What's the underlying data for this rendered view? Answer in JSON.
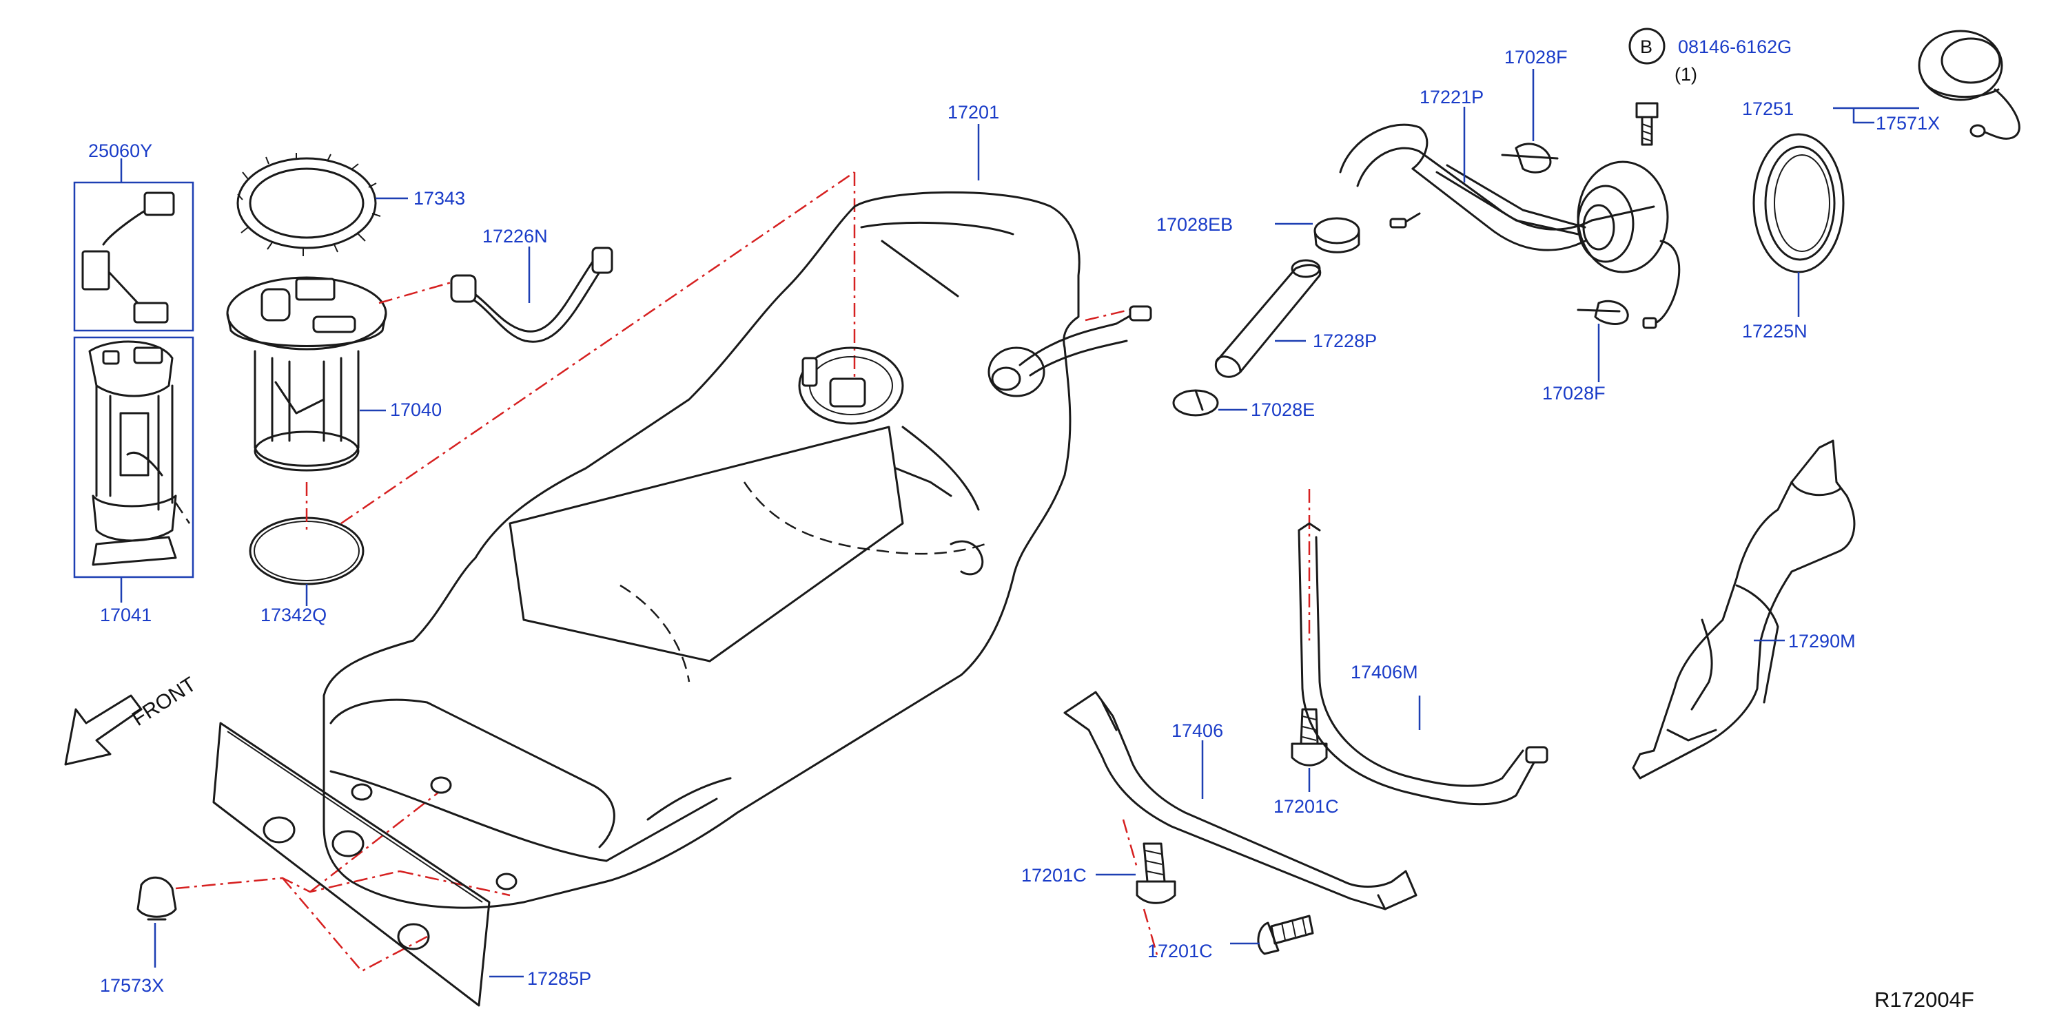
{
  "diagram_code": "R172004F",
  "front_label": "FRONT",
  "bolt_spec": {
    "symbol": "B",
    "part_number": "08146-6162G",
    "quantity": "(1)"
  },
  "parts": {
    "p25060Y": "25060Y",
    "p17041": "17041",
    "p17343": "17343",
    "p17040": "17040",
    "p17342Q": "17342Q",
    "p17226N": "17226N",
    "p17201": "17201",
    "p17028EB": "17028EB",
    "p17228P": "17228P",
    "p17028E": "17028E",
    "p17221P": "17221P",
    "p17028F_top": "17028F",
    "p17028F_bottom": "17028F",
    "p17251": "17251",
    "p17571X": "17571X",
    "p17225N": "17225N",
    "p17290M": "17290M",
    "p17406M": "17406M",
    "p17406": "17406",
    "p17201C_a": "17201C",
    "p17201C_b": "17201C",
    "p17201C_c": "17201C",
    "p17573X": "17573X",
    "p17285P": "17285P"
  },
  "colors": {
    "label": "#1a3cc8",
    "leader": "#1d3fb3",
    "reference_line": "#d62020",
    "line_art": "#1a1a1a"
  }
}
